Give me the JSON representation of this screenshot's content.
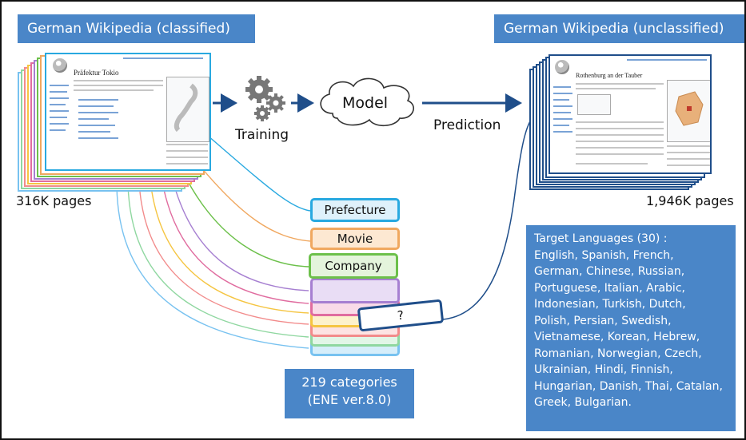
{
  "left": {
    "title": "German Wikipedia (classified)",
    "count": "316K pages",
    "article_title": "Präfektur Tokio"
  },
  "right": {
    "title": "German Wikipedia (unclassified)",
    "count": "1,946K pages",
    "article_title": "Rothenburg an der Tauber"
  },
  "pipeline": {
    "training": "Training",
    "model": "Model",
    "prediction": "Prediction"
  },
  "categories": {
    "labels": [
      "Prefecture",
      "Movie",
      "Company"
    ],
    "unknown": "?",
    "summary_line1": "219 categories",
    "summary_line2": "(ENE ver.8.0)"
  },
  "languages": {
    "heading": "Target Languages (30) :",
    "lines": [
      "English, Spanish, French,",
      "German, Chinese, Russian,",
      "Portuguese, Italian, Arabic,",
      "Indonesian, Turkish, Dutch,",
      "Polish, Persian, Swedish,",
      "Vietnamese, Korean, Hebrew,",
      "Romanian, Norwegian, Czech,",
      "Ukrainian, Hindi, Finnish,",
      "Hungarian, Danish, Thai, Catalan,",
      "Greek, Bulgarian."
    ]
  },
  "colors": {
    "banner": "#4a86c8",
    "arrow": "#1f4e8a",
    "prefecture": "#29a9e0",
    "movie": "#f0a860",
    "company": "#6cc04a",
    "purple": "#a67fd1",
    "pink": "#e06c9f"
  }
}
